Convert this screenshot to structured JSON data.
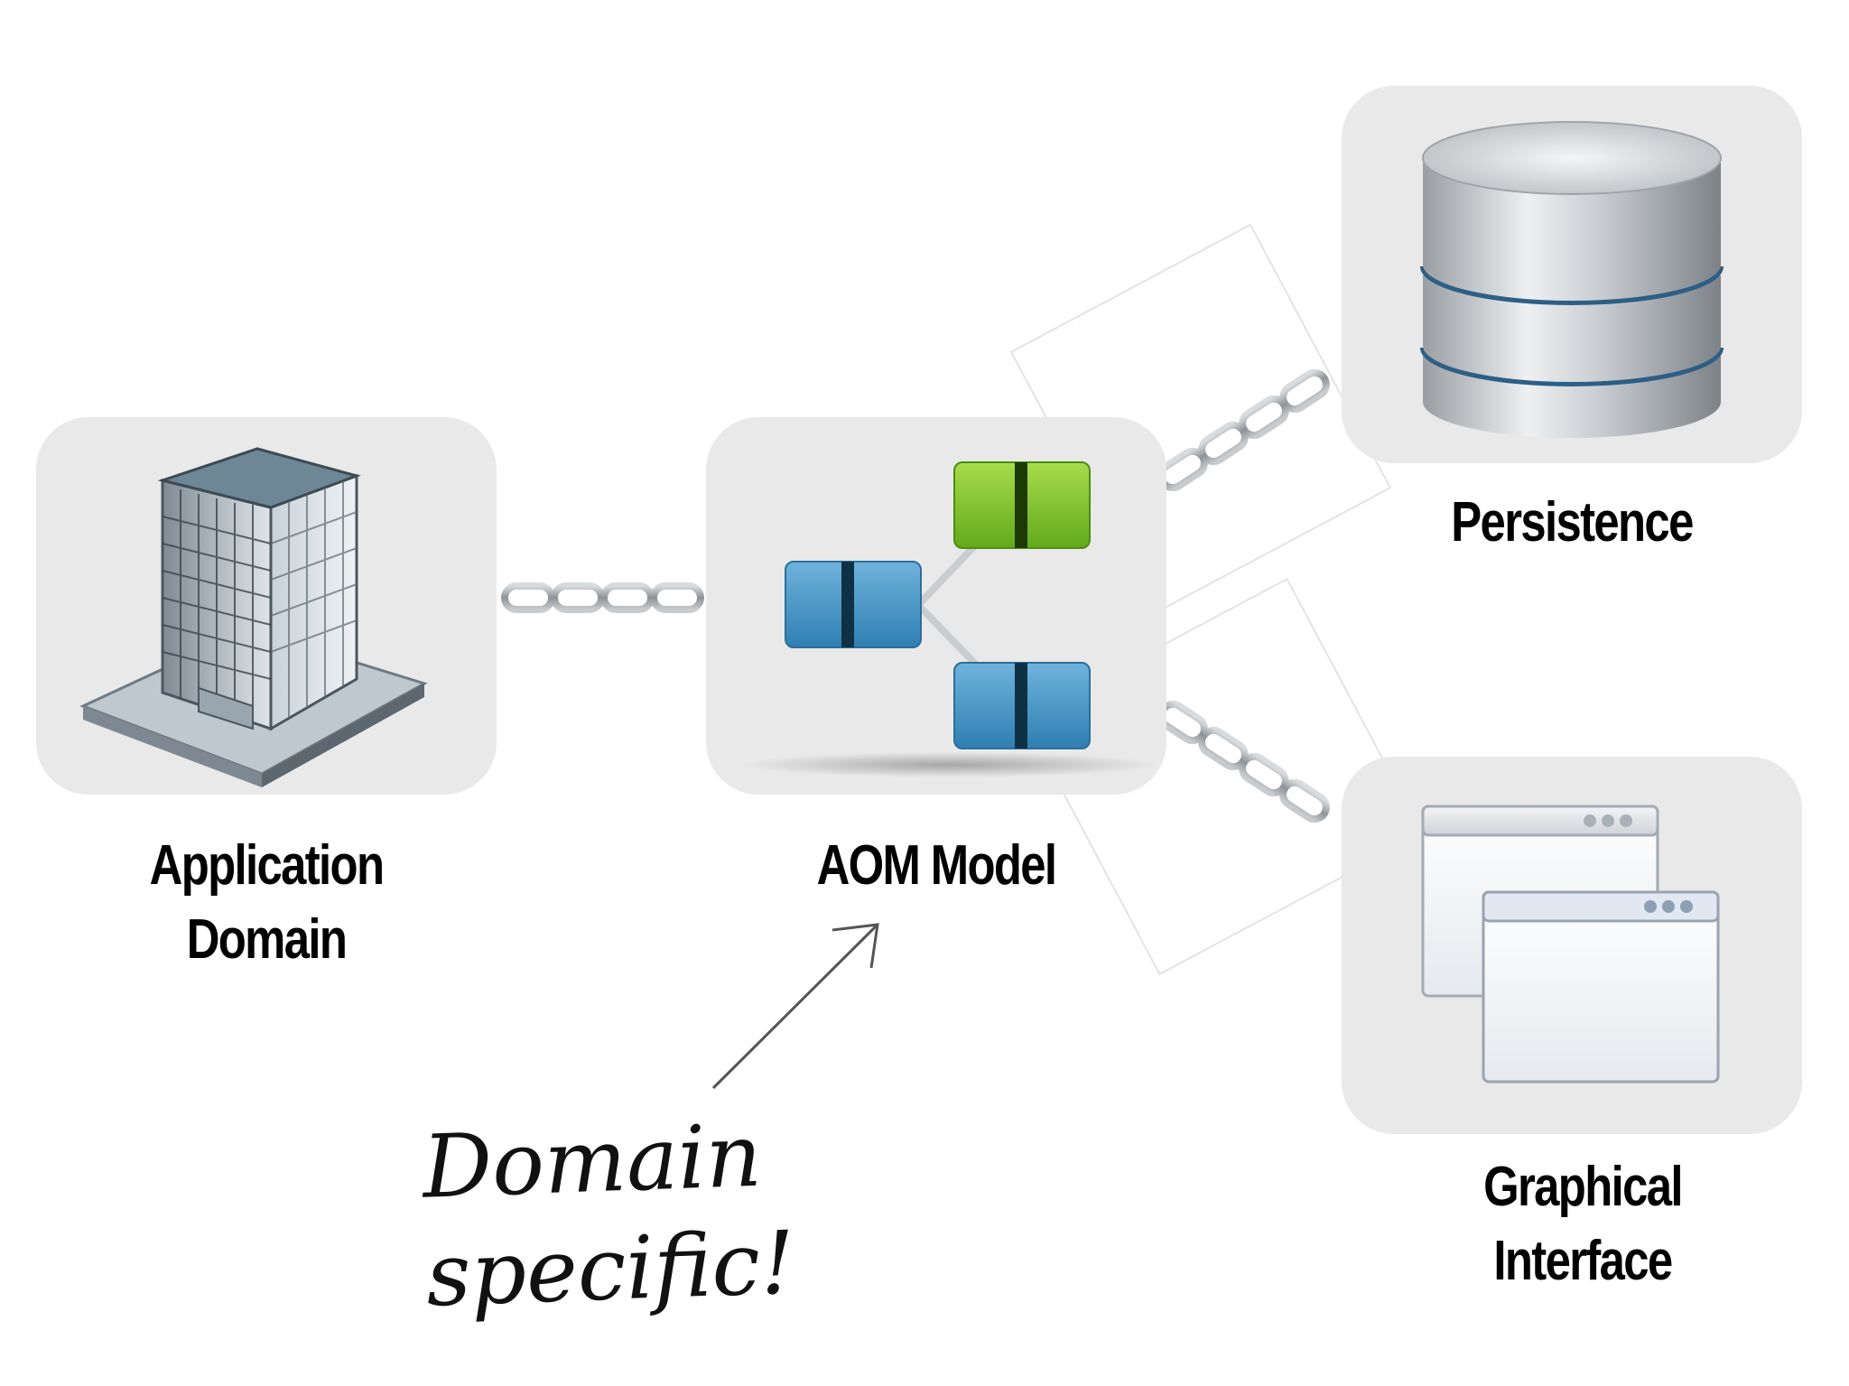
{
  "nodes": {
    "application_domain": {
      "line1": "Application",
      "line2": "Domain",
      "icon": "office-building-icon"
    },
    "aom_model": {
      "title": "AOM Model",
      "icon": "model-blocks-icon"
    },
    "persistence": {
      "title": "Persistence",
      "icon": "database-icon"
    },
    "graphical_interface": {
      "line1": "Graphical",
      "line2": "Interface",
      "icon": "windows-icon"
    }
  },
  "annotation": {
    "line1": "Domain",
    "line2": "specific!"
  },
  "colors": {
    "tile": "#e9e9ea",
    "chain": "#9fa3a8",
    "block_blue": "#3f93c6",
    "block_green": "#7ec02a",
    "label": "#000000"
  }
}
